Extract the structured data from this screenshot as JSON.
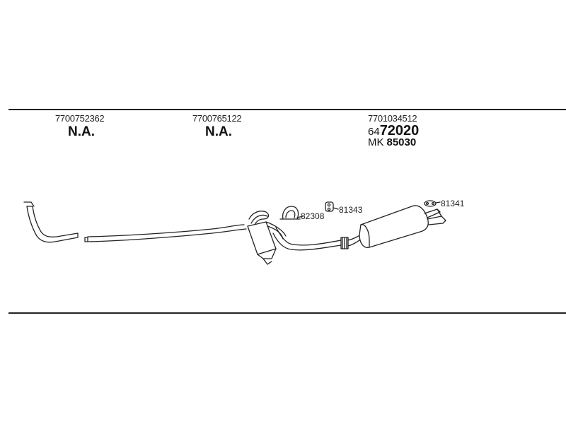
{
  "sections": [
    {
      "part_number": "7700752362",
      "status": "N.A."
    },
    {
      "part_number": "7700765122",
      "status": "N.A."
    },
    {
      "part_number": "7701034512",
      "code_prefix": "64",
      "code": "72020",
      "mk_label": "MK",
      "mk_number": "85030"
    }
  ],
  "callouts": [
    {
      "label": "82308"
    },
    {
      "label": "81343"
    },
    {
      "label": "81341"
    }
  ],
  "colors": {
    "line": "#222222",
    "fill": "#ffffff"
  }
}
